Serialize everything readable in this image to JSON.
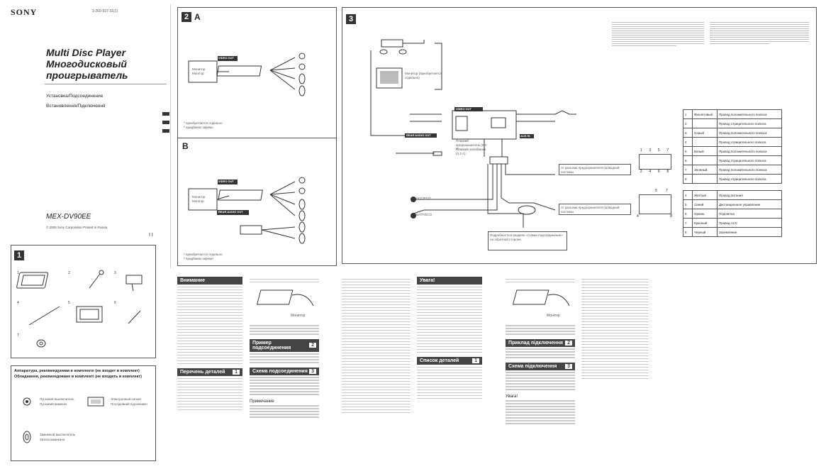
{
  "cover": {
    "brand": "SONY",
    "docnum": "3-269-937-31(1)",
    "title_en": "Multi Disc Player",
    "title_ru1": "Многодисковый",
    "title_ru2": "проигрыватель",
    "install_ru": "Установка/Подсоединение",
    "install_ua": "Встановлення/Підключення",
    "model": "MEX-DV90EE",
    "copyright": "© 2005 Sony Corporation  Printed in Russia"
  },
  "sec1": {
    "num": "1",
    "items": [
      "1",
      "2",
      "3",
      "4",
      "5",
      "6",
      "7"
    ],
    "accessory_title1": "Аппаратура, рекомендуемая в комплекте (не входит в комплект)",
    "accessory_title2": "Обладнання, рекомендоване в комплекті (не входить в комплект)",
    "acc1_ru": "Пусковой выключатель",
    "acc1_ua": "Пусковий вимикач",
    "acc2_ru": "Электронный сигнал",
    "acc2_ua": "Послідовний підсилювач",
    "acc3_ru": "Зажимной выключатель",
    "acc3_ua": "Затиск вимикача"
  },
  "sec2": {
    "num": "2",
    "labelA": "A",
    "labelB": "B",
    "video_out": "VIDEO OUT",
    "rear_audio_out": "REAR AUDIO OUT",
    "monitor_ru": "Монитор",
    "monitor_ua": "Монітор",
    "noteA": "* приобретается отдельно",
    "noteB": "* придбаних окремо"
  },
  "sec3": {
    "num": "3",
    "video_out": "VIDEO OUT",
    "rear_audio_out": "REAR AUDIO OUT",
    "aux_in": "AUX IN",
    "fuse_ru": "Плавкий предохранитель (0,3 A)",
    "fuse_ua": "Плавкий запобіжник (0,3 A)",
    "acc_label": "ACC/ЕСО",
    "batt_label": "BATT/ЕСО",
    "mon_note": "Монитор (приобретается отдельно)",
    "bubble1": "от разъема предохранителя проводной системы",
    "bubble2": "от разъема предохранителя проводной системы",
    "callout": "Подробности в разделе «Схема подсоединения» на обратной стороне.",
    "table1": [
      [
        "1",
        "Фиолетовый",
        "Провод положительного полюса"
      ],
      [
        "2",
        "",
        "Провод отрицательного полюса"
      ],
      [
        "3",
        "Серый",
        "Провод положительного полюса"
      ],
      [
        "4",
        "",
        "Провод отрицательного полюса"
      ],
      [
        "5",
        "Белый",
        "Провод положительного полюса"
      ],
      [
        "6",
        "",
        "Провод отрицательного полюса"
      ],
      [
        "7",
        "Зеленый",
        "Провод положительного полюса"
      ],
      [
        "8",
        "",
        "Провод отрицательного полюса"
      ]
    ],
    "table2": [
      [
        "4",
        "Желтый",
        "Провод питания"
      ],
      [
        "5",
        "Синий",
        "Дистанционное управление"
      ],
      [
        "6",
        "Оранж.",
        "Подсветка"
      ],
      [
        "7",
        "Красный",
        "Провод ACC"
      ],
      [
        "8",
        "Черный",
        "Заземление"
      ]
    ],
    "connector_nums_top": [
      "1",
      "3",
      "5",
      "7"
    ],
    "connector_nums_bot": [
      "2",
      "4",
      "6",
      "8"
    ],
    "connector2_top": [
      "5",
      "7"
    ],
    "connector2_bot": [
      "4",
      "8"
    ]
  },
  "text": {
    "warn_ru": "Внимание",
    "parts_ru": "Перечень деталей",
    "parts_num": "1",
    "conn_example_ru": "Пример подсоединения",
    "conn_example_num": "2",
    "conn_diag_ru": "Схема подсоединения",
    "conn_diag_num": "3",
    "warn_ua": "Увага!",
    "parts_ua": "Список деталей",
    "parts_ua_num": "1",
    "conn_example_ua": "Приклад підключення",
    "conn_example_ua_num": "2",
    "conn_diag_ua": "Схема підключення",
    "conn_diag_ua_num": "3",
    "note_ru": "Примечание",
    "note_ua": "Увага!",
    "monitor": "Монитор",
    "monitor_ua": "Монітор"
  },
  "colors": {
    "bar": "#444444",
    "border": "#555555",
    "line": "#bbbbbb"
  }
}
